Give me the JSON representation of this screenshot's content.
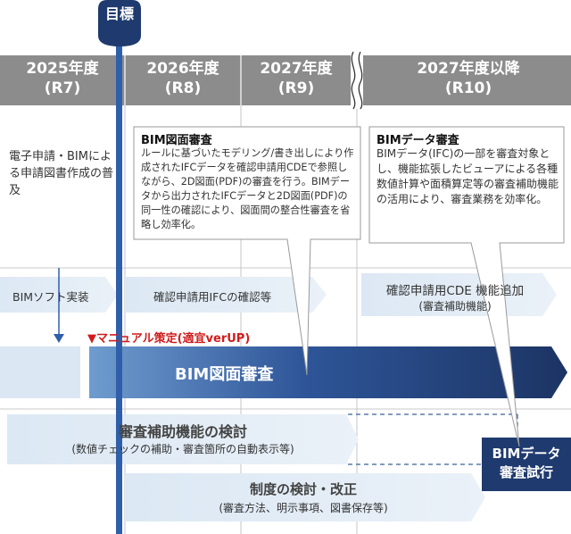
{
  "target": "目標",
  "years": [
    {
      "year": "2025年度",
      "reiwa": "(R7)"
    },
    {
      "year": "2026年度",
      "reiwa": "(R8)"
    },
    {
      "year": "2027年度",
      "reiwa": "(R9)"
    },
    {
      "year": "2027年度以降",
      "reiwa": "(R10)"
    }
  ],
  "left_note": "電子申請・BIMによる申請図書作成の普及",
  "callout_bim_drawing": {
    "title": "BIM図面審査",
    "body": "ルールに基づいたモデリング/書き出しにより作成されたIFCデータを確認申請用CDEで参照しながら、2D図面(PDF)の審査を行う。BIMデータから出力されたIFCデータと2D図面(PDF)の同一性の確認により、図面間の整合性審査を省略し効率化。"
  },
  "callout_bim_data": {
    "title": "BIMデータ審査",
    "body": "BIMデータ(IFC)の一部を審査対象とし、機能拡張したビューアによる各種数値計算や面積算定等の審査補助機能の活用により、審査業務を効率化。"
  },
  "row_software": "BIMソフト実装",
  "row_ifc_check": "確認申請用IFCの確認等",
  "row_cde": {
    "title": "確認申請用CDE 機能追加",
    "sub": "(審査補助機能)"
  },
  "manual_note": "▼マニュアル策定(適宜verUP)",
  "bim_drawing_review": "BIM図面審査",
  "aux_function": {
    "title": "審査補助機能の検討",
    "sub": "(数値チェックの補助・審査箇所の自動表示等)"
  },
  "bim_data_trial": "BIMデータ審査試行",
  "system_review": {
    "title": "制度の検討・改正",
    "sub": "(審査方法、明示事項、図書保存等)"
  },
  "colors": {
    "header": "#8c8c8c",
    "navy": "#1f3a6e",
    "blue_line": "#2f5faa",
    "light_arrow": "#d9e6f3",
    "red": "#d01c1c"
  }
}
